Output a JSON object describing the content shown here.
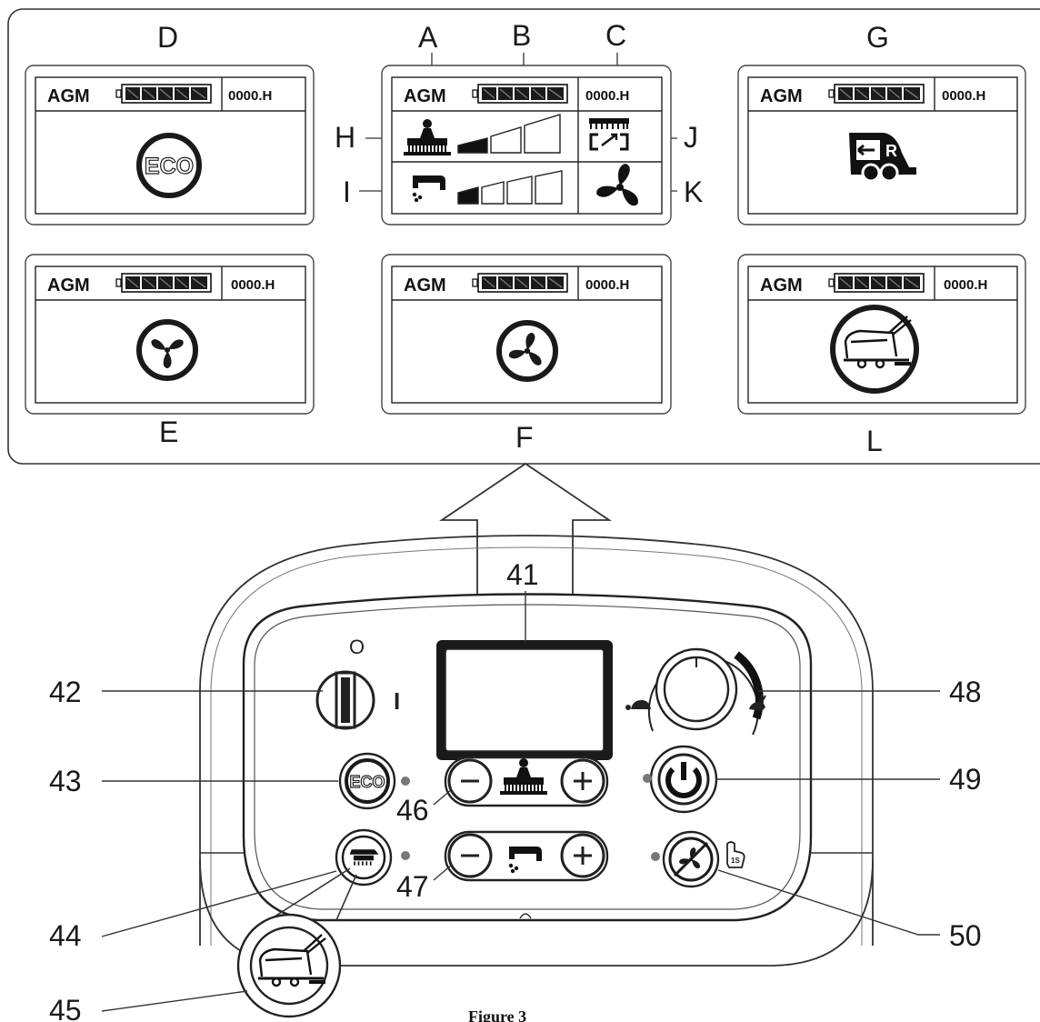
{
  "screens": {
    "battery_type": "AGM",
    "hour_meter": "0000.H",
    "eco_icon_text": "ECO",
    "reverse_icon_text": "R"
  },
  "letters": {
    "A": "A",
    "B": "B",
    "C": "C",
    "D": "D",
    "E": "E",
    "F": "F",
    "G": "G",
    "H": "H",
    "I": "I",
    "J": "J",
    "K": "K",
    "L": "L"
  },
  "callouts": {
    "n41": "41",
    "n42": "42",
    "n43": "43",
    "n44": "44",
    "n45": "45",
    "n46": "46",
    "n47": "47",
    "n48": "48",
    "n49": "49",
    "n50": "50"
  },
  "panel": {
    "key_off": "O",
    "key_on": "I",
    "eco_button_text": "ECO",
    "touch_badge": "1S"
  },
  "caption": "Figure 3",
  "icons": {
    "battery": "battery-gauge-icon",
    "brush": "brush-pressure-icon",
    "squeegee": "water-flow-icon",
    "fan": "vacuum-fan-icon",
    "machine": "machine-icon",
    "tortoise": "tortoise-icon",
    "hare": "hare-icon",
    "power": "power-icon"
  }
}
